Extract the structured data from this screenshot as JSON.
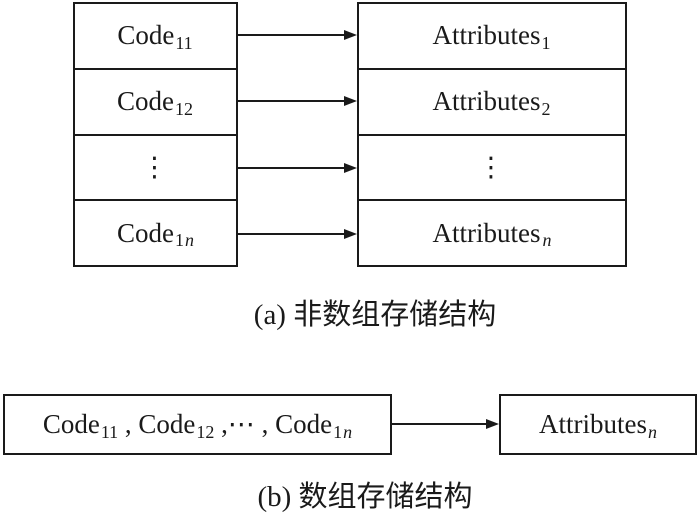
{
  "figure": {
    "background": "#ffffff",
    "line_color": "#1a1a1a",
    "section_a": {
      "caption": "(a) 非数组存储结构",
      "code_column": {
        "rows": [
          {
            "label": "Code",
            "sub": "11",
            "sub_it": ""
          },
          {
            "label": "Code",
            "sub": "12",
            "sub_it": ""
          },
          {
            "label": "⋮",
            "sub": "",
            "sub_it": ""
          },
          {
            "label": "Code",
            "sub": "1",
            "sub_it": "n"
          }
        ]
      },
      "attributes_column": {
        "rows": [
          {
            "label": "Attributes",
            "sub": "1",
            "sub_it": ""
          },
          {
            "label": "Attributes",
            "sub": "2",
            "sub_it": ""
          },
          {
            "label": "⋮",
            "sub": "",
            "sub_it": ""
          },
          {
            "label": "Attributes",
            "sub": "",
            "sub_it": "n"
          }
        ]
      }
    },
    "section_b": {
      "caption": "(b) 数组存储结构",
      "source_box": {
        "p1": "Code",
        "p1_sub": "11",
        "sep1": " , ",
        "p2": "Code",
        "p2_sub": "12",
        "sep2": " ,⋯ , ",
        "p3": "Code",
        "p3_sub": "1",
        "p3_sub_it": "n"
      },
      "target_box": {
        "label": "Attributes",
        "sub_it": "n"
      }
    }
  }
}
